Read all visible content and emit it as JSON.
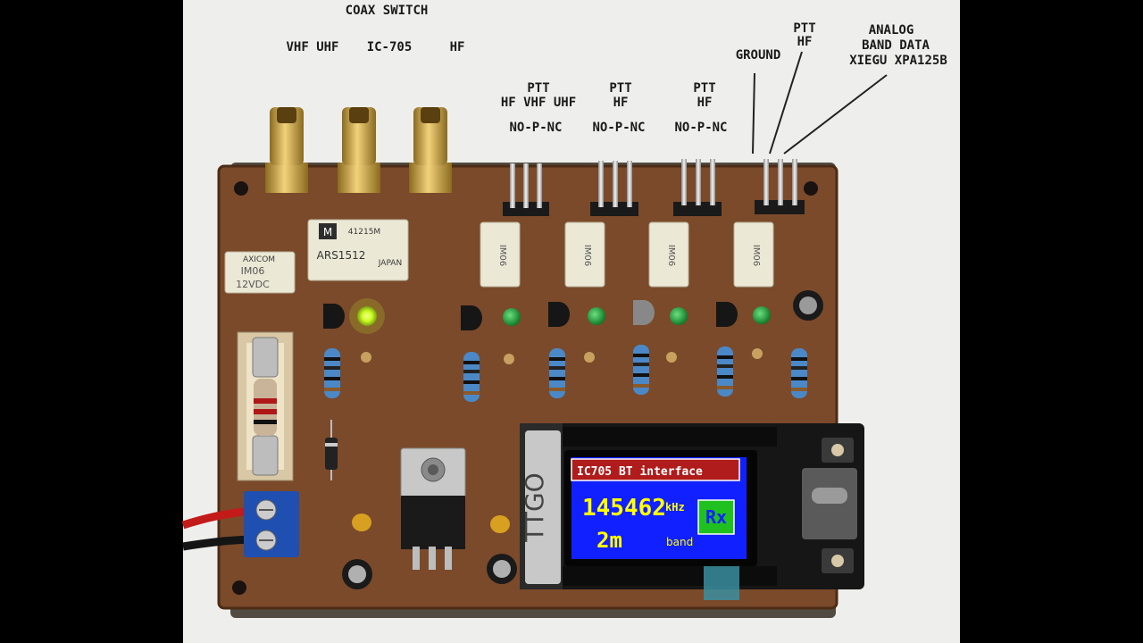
{
  "labels": {
    "coax_switch": "COAX SWITCH",
    "vhf_uhf": "VHF UHF",
    "ic705": "IC-705",
    "hf": "HF",
    "ptt_1_title": "PTT",
    "ptt_1_sub": "HF VHF UHF",
    "ptt_1_pins": "NO-P-NC",
    "ptt_2_title": "PTT",
    "ptt_2_sub": "HF",
    "ptt_2_pins": "NO-P-NC",
    "ptt_3_title": "PTT",
    "ptt_3_sub": "HF",
    "ptt_3_pins": "NO-P-NC",
    "ground": "GROUND",
    "ptt_hf_title": "PTT",
    "ptt_hf_sub": "HF",
    "analog_1": "ANALOG",
    "analog_2": "BAND DATA",
    "analog_3": "XIEGU XPA125B"
  },
  "components": {
    "relay_main_code": "41215M",
    "relay_main_part": "ARS1512",
    "relay_main_origin": "JAPAN",
    "relay_small_brand": "AXICOM",
    "relay_small_part": "IM06",
    "relay_small_voltage": "12VDC",
    "ttgo_label": "TTGO"
  },
  "display": {
    "title": "IC705 BT interface",
    "frequency": "145462",
    "unit": "kHz",
    "band": "2m",
    "band_label": "band",
    "mode": "Rx"
  },
  "colors": {
    "pcb": "#7a4a2a",
    "lcd_bg": "#1020ff",
    "lcd_title_bg": "#b01c1c",
    "lcd_text": "#ffff00",
    "rx_bg": "#20c020",
    "led_on": "#ccff22",
    "led_off": "#1f9a3a"
  }
}
